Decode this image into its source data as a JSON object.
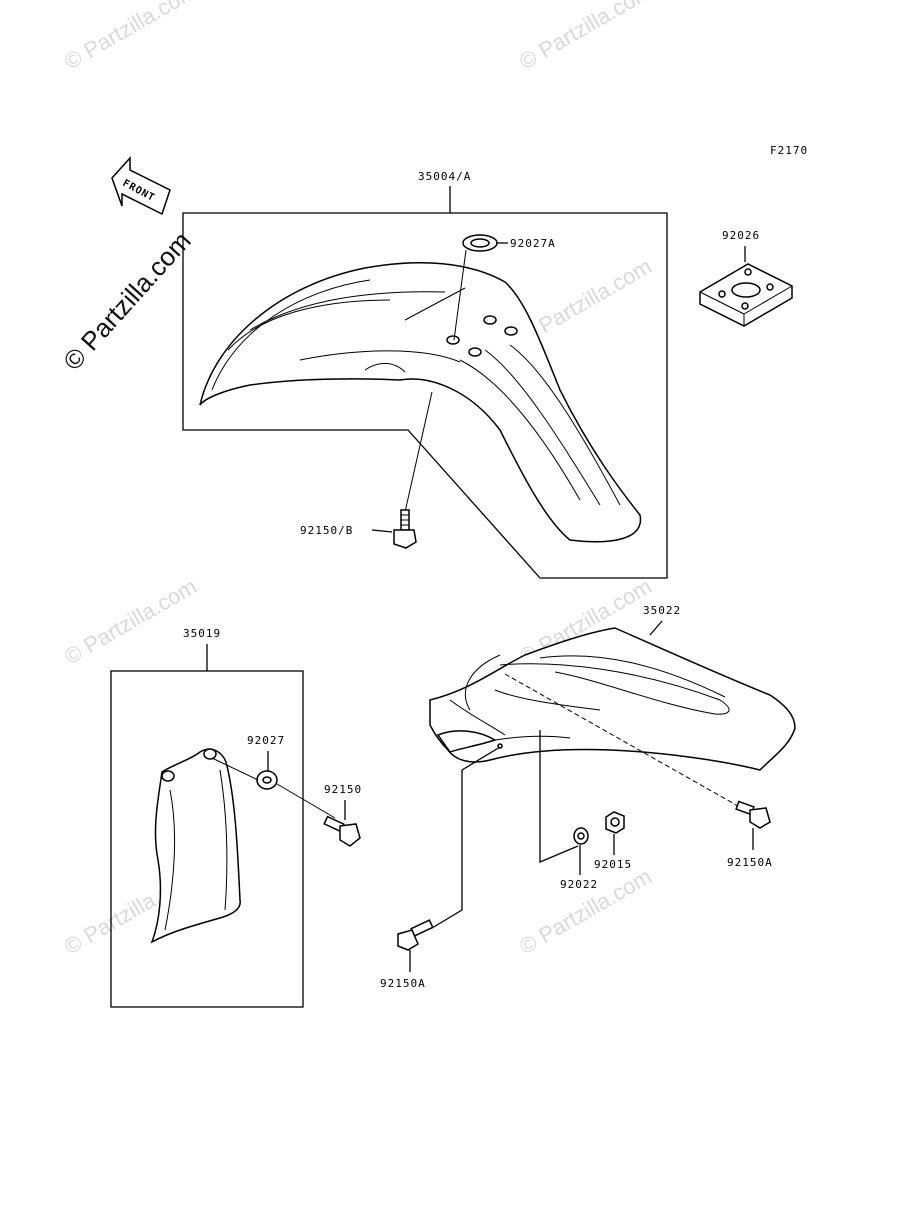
{
  "diagram_code": "F2170",
  "front_label": "FRONT",
  "watermark": "© Partzilla.com",
  "parts": {
    "front_fender": "35004/A",
    "front_grommet": "92027A",
    "rear_pad": "92026",
    "front_bolt": "92150/B",
    "mud_flap": "35019",
    "flap_washer": "92027",
    "flap_bolt": "92150",
    "rear_fender": "35022",
    "rear_bolt_right": "92150A",
    "rear_washer": "92022",
    "rear_nut": "92015",
    "rear_bolt_left": "92150A"
  },
  "colors": {
    "line": "#000000",
    "watermark": "#d9d9d9"
  }
}
